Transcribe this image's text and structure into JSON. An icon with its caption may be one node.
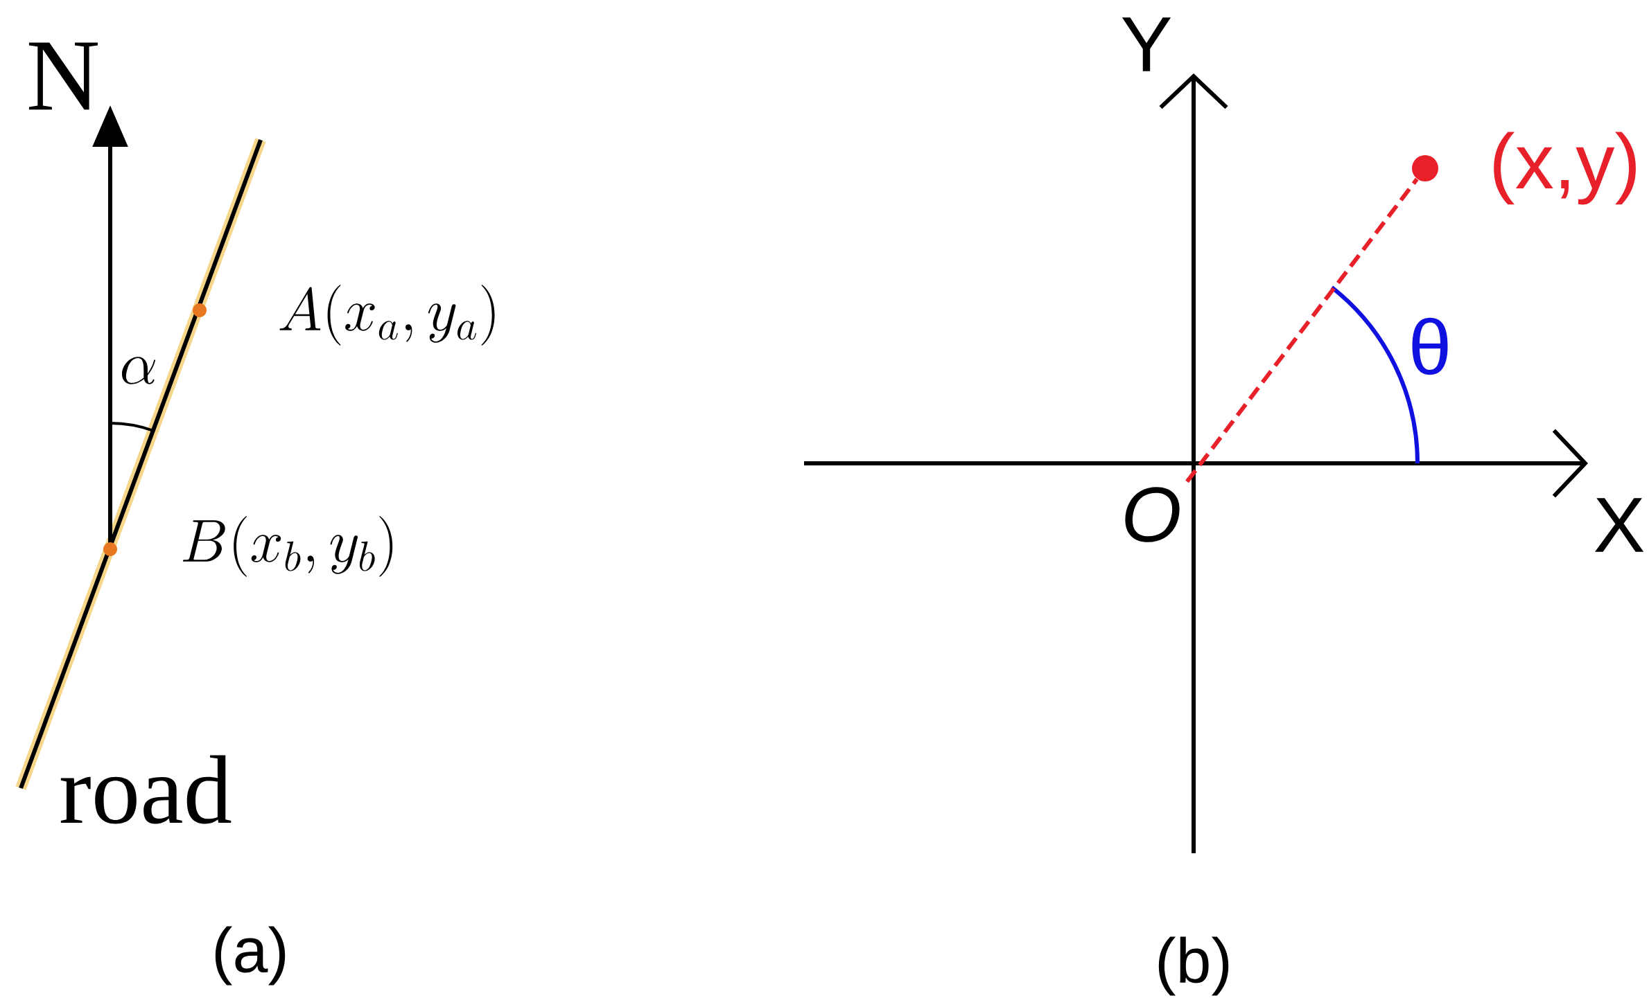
{
  "diagram": {
    "nodes": [
      {
        "text": [
          "O"
        ]
      },
      {
        "text": [],
        "shape": "circle",
        "beside": [
          "(x,y)"
        ]
      }
    ],
    "edges": [
      {
        "from": 0,
        "to": 1,
        "arrow": "none",
        "style": "dashed",
        "color": "#e8202a"
      }
    ],
    "labels": [
      "N",
      "A(x_a,y_a)",
      "\\alpha",
      "B(x_b,y_b)",
      "road",
      "(a)",
      "Y",
      "X",
      "θ",
      "(b)"
    ]
  }
}
